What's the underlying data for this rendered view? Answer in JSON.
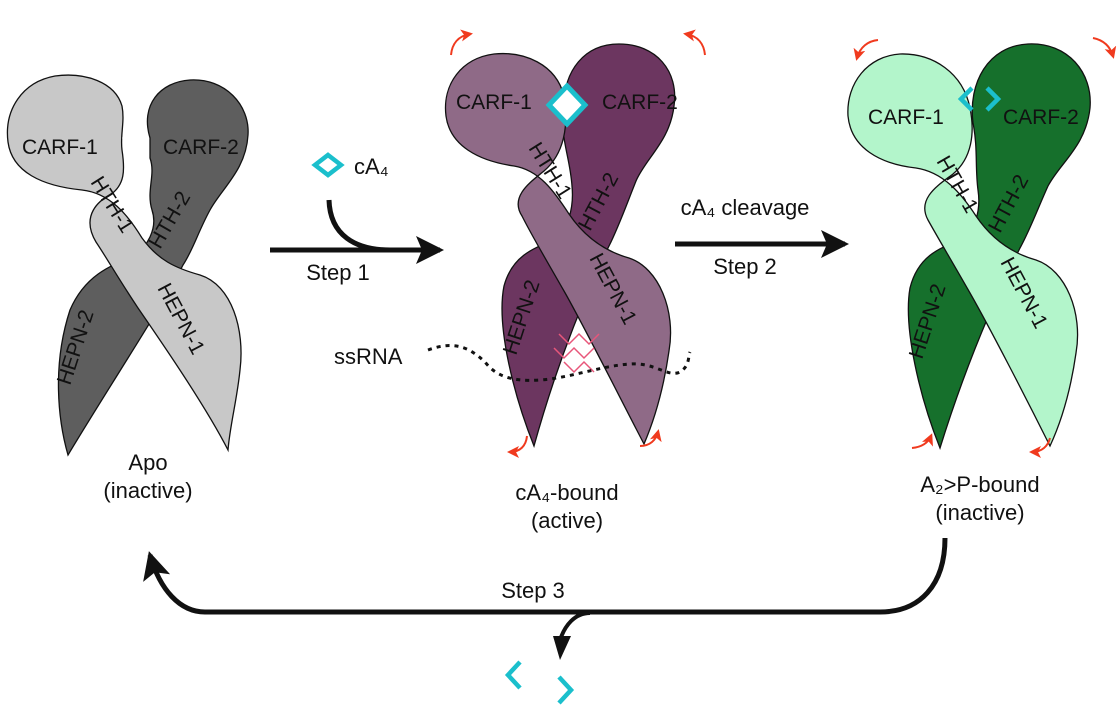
{
  "colors": {
    "apo_chain1": "#c8c8c8",
    "apo_chain2": "#5e5e5e",
    "active_chain1": "#8f6a87",
    "active_chain2": "#6c3660",
    "inactive_chain1": "#b3f5cb",
    "inactive_chain2": "#16702c",
    "ligand": "#1bbfcc",
    "motion_arrow": "#f03a1e",
    "cleavage": "#e8567a",
    "outline": "#111111"
  },
  "domains": {
    "carf1": "CARF-1",
    "carf2": "CARF-2",
    "hth1": "HTH-1",
    "hth2": "HTH-2",
    "hepn1": "HEPN-1",
    "hepn2": "HEPN-2"
  },
  "states": [
    {
      "id": "apo",
      "caption_line1": "Apo",
      "caption_line2": "(inactive)"
    },
    {
      "id": "ca4-bound",
      "caption_line1": "cA₄-bound",
      "caption_line2": "(active)"
    },
    {
      "id": "a2p-bound",
      "caption_line1": "A₂>P-bound",
      "caption_line2": "(inactive)"
    }
  ],
  "steps": {
    "step1_label": "Step 1",
    "step1_ligand_label": "cA₄",
    "step2_label": "Step 2",
    "step2_above_label": "cA₄ cleavage",
    "step3_label": "Step 3"
  },
  "substrate": {
    "label": "ssRNA"
  }
}
